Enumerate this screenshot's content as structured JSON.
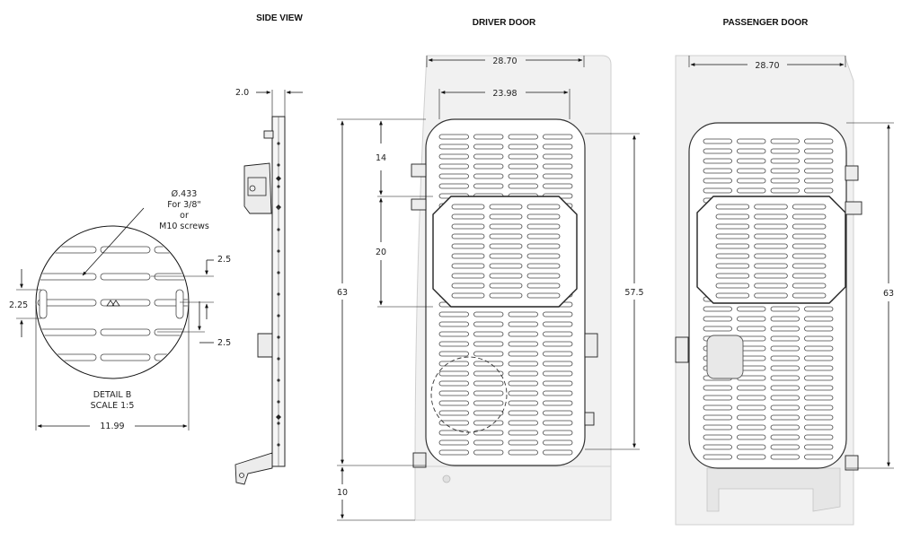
{
  "views": {
    "side": {
      "title": "SIDE VIEW",
      "thickness": "2.0"
    },
    "driver": {
      "title": "DRIVER DOOR",
      "overall_width": "28.70",
      "plate_width": "23.98",
      "top_offset": "14",
      "insert_height": "20",
      "total_height": "63",
      "plate_height": "57.5",
      "bottom_offset": "10"
    },
    "passenger": {
      "title": "PASSENGER DOOR",
      "overall_width": "28.70",
      "total_height": "63"
    },
    "detail": {
      "hole_note": [
        "Ø.433",
        "For 3/8\"",
        "or",
        "M10 screws"
      ],
      "pitch_top": "2.5",
      "pitch_bottom": "2.5",
      "slot_width": "2.25",
      "diameter": "11.99",
      "label": "DETAIL B",
      "scale": "SCALE 1:5"
    }
  },
  "colors": {
    "line": "#111111",
    "door_body": "#f1f1f1",
    "plate": "#ffffff"
  }
}
